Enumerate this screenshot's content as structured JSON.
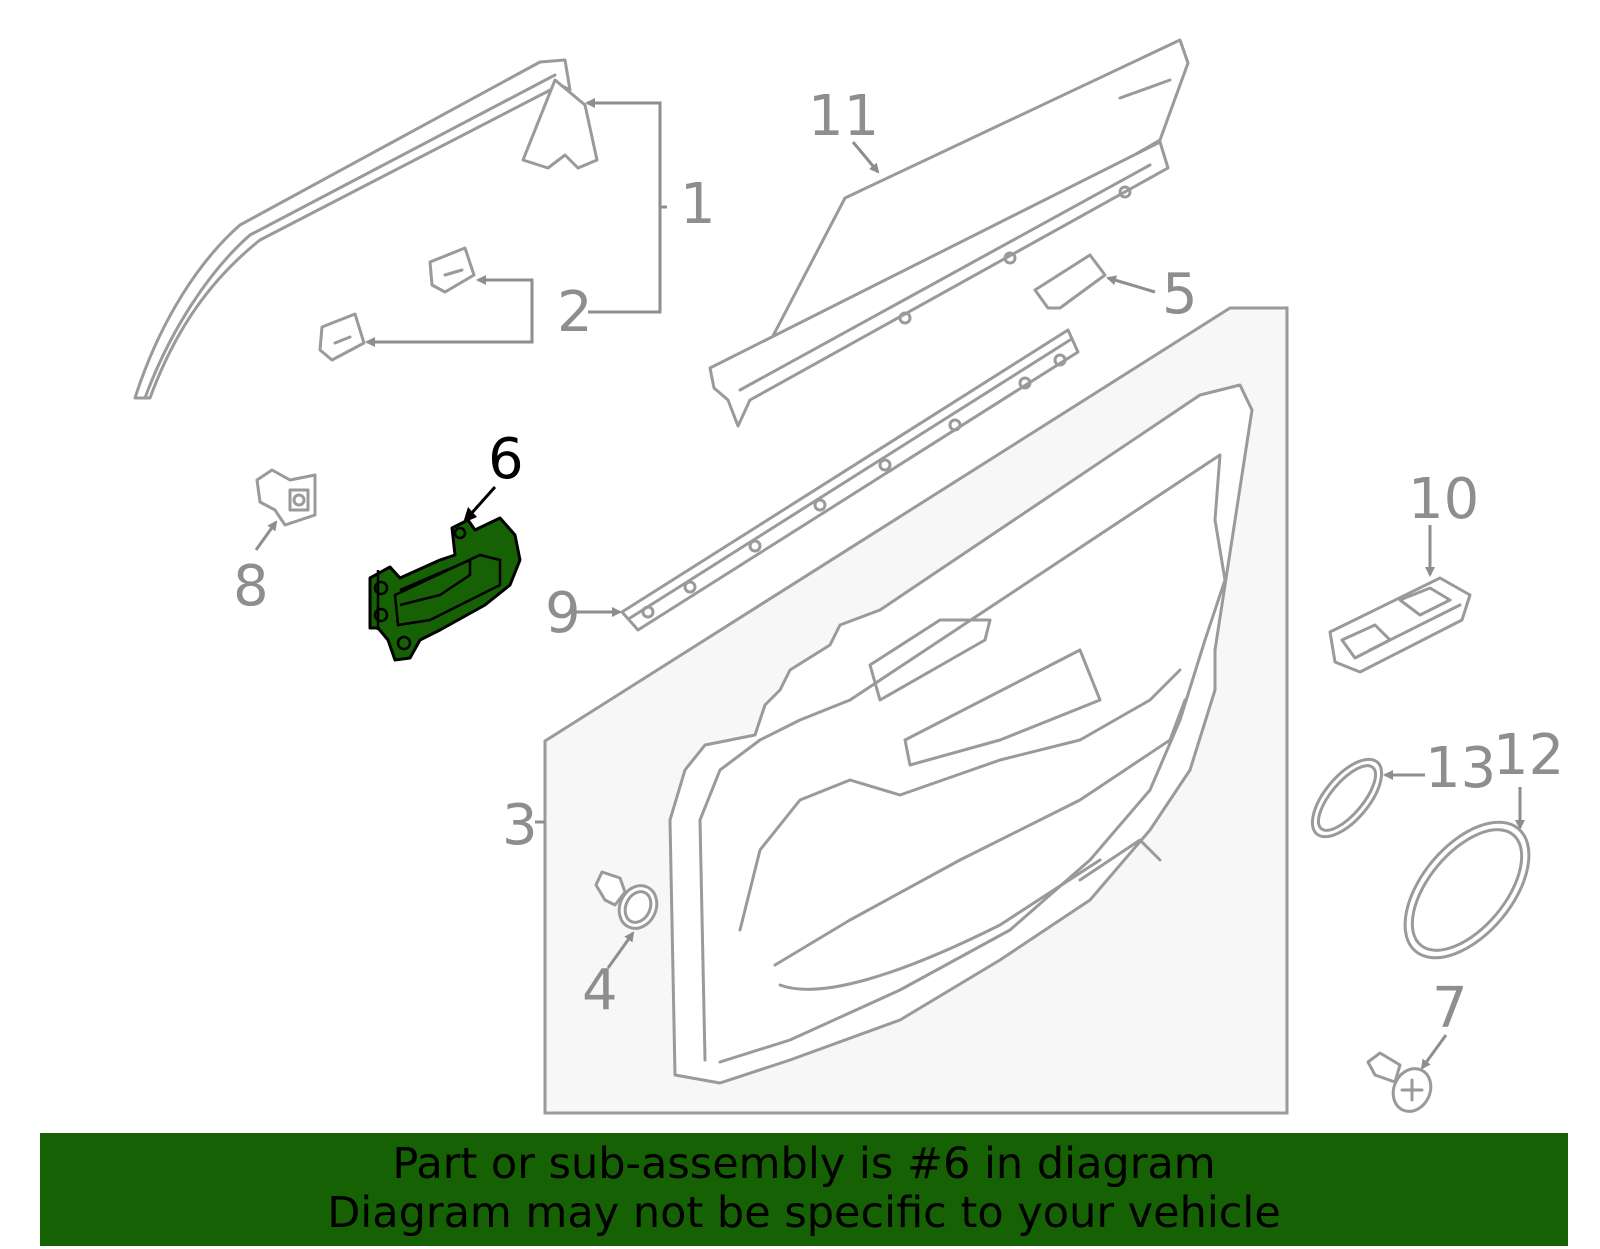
{
  "diagram": {
    "callouts": [
      {
        "id": "1",
        "label": "1"
      },
      {
        "id": "2",
        "label": "2"
      },
      {
        "id": "3",
        "label": "3"
      },
      {
        "id": "4",
        "label": "4"
      },
      {
        "id": "5",
        "label": "5"
      },
      {
        "id": "6",
        "label": "6",
        "highlighted": true
      },
      {
        "id": "7",
        "label": "7"
      },
      {
        "id": "8",
        "label": "8"
      },
      {
        "id": "9",
        "label": "9"
      },
      {
        "id": "10",
        "label": "10"
      },
      {
        "id": "11",
        "label": "11"
      },
      {
        "id": "12",
        "label": "12"
      },
      {
        "id": "13",
        "label": "13"
      }
    ],
    "highlight_color": "#156103",
    "line_color": "#9a9a9a",
    "label_color": "#8e8e8e"
  },
  "banner": {
    "line1": "Part or sub-assembly is #6 in diagram",
    "line2": "Diagram may not be specific to your vehicle",
    "background": "#156103"
  }
}
